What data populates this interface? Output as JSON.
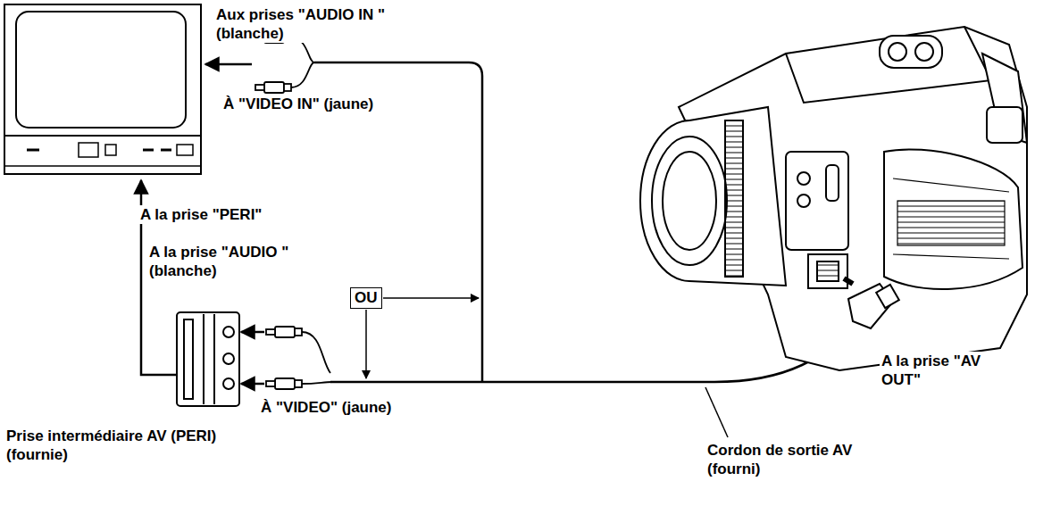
{
  "diagram": {
    "nodes": [
      {
        "text": [
          "OU"
        ]
      }
    ],
    "labels": [
      "Aux prises \"AUDIO IN \" (blanche)",
      "À \"VIDEO IN\" (jaune)",
      "A la prise \"PERI\"",
      "A la prise \"AUDIO \" (blanche)",
      "À \"VIDEO\" (jaune)",
      "Prise intermédiaire AV (PERI) (fournie)",
      "A la prise \"AV OUT\"",
      "Cordon de sortie AV (fourni)"
    ]
  }
}
